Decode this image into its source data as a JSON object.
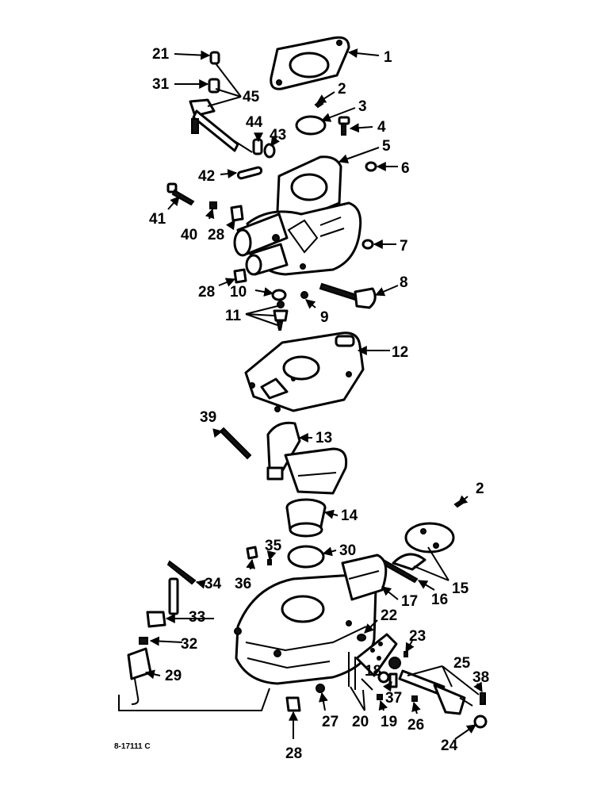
{
  "figure_code": "8-17111 C",
  "callouts": {
    "c1": "1",
    "c2a": "2",
    "c2b": "2",
    "c3": "3",
    "c4": "4",
    "c5": "5",
    "c6": "6",
    "c7": "7",
    "c8": "8",
    "c9": "9",
    "c10": "10",
    "c11": "11",
    "c12": "12",
    "c13": "13",
    "c14": "14",
    "c15": "15",
    "c16": "16",
    "c17": "17",
    "c18": "18",
    "c19": "19",
    "c20": "20",
    "c21": "21",
    "c22": "22",
    "c23": "23",
    "c24": "24",
    "c25": "25",
    "c26": "26",
    "c27": "27",
    "c28a": "28",
    "c28b": "28",
    "c28c": "28",
    "c29": "29",
    "c30": "30",
    "c31": "31",
    "c32": "32",
    "c33": "33",
    "c34": "34",
    "c35": "35",
    "c36": "36",
    "c37": "37",
    "c38": "38",
    "c39": "39",
    "c40": "40",
    "c41": "41",
    "c42": "42",
    "c43": "43",
    "c44": "44",
    "c45": "45"
  }
}
